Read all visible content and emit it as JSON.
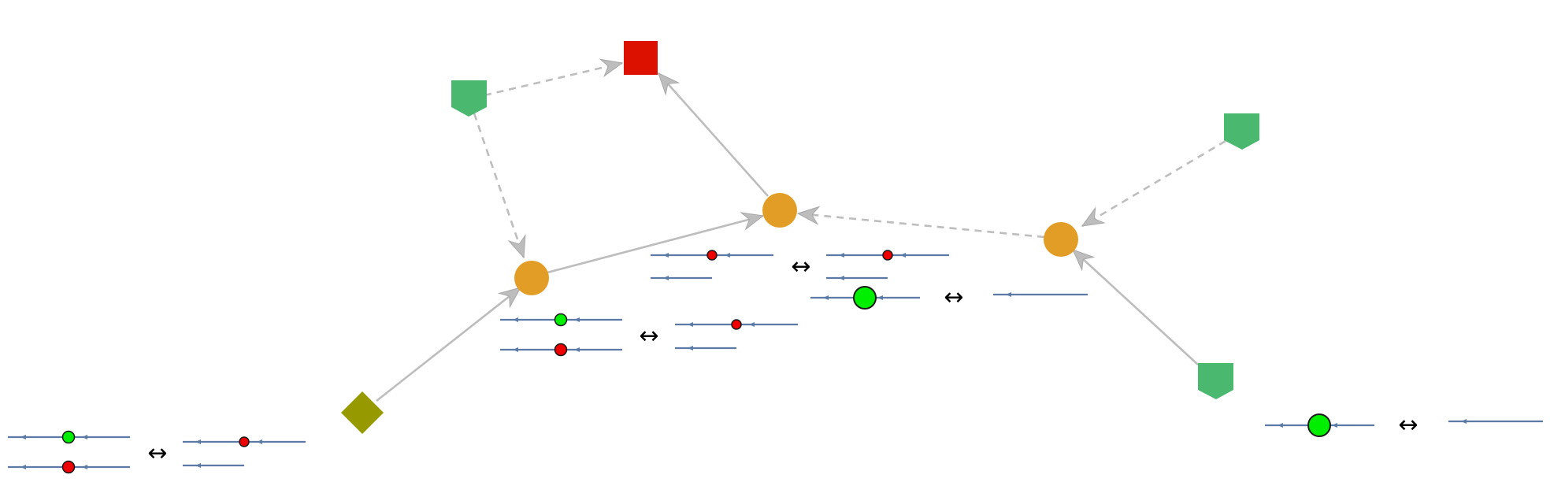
{
  "colors": {
    "reaction_node": "#e29d26",
    "source_node": "#4bb86f",
    "target_node": "#dc1100",
    "start_node": "#969a00",
    "edge": "#bdbdbd",
    "strand": "#5b7aa6",
    "marker_green": "#00ee00",
    "marker_red": "#ee0000"
  },
  "nodes": [
    {
      "id": "start",
      "shape": "diamond",
      "color_key": "start_node"
    },
    {
      "id": "rxn-1",
      "shape": "circle",
      "color_key": "reaction_node"
    },
    {
      "id": "rxn-2",
      "shape": "circle",
      "color_key": "reaction_node"
    },
    {
      "id": "rxn-3",
      "shape": "circle",
      "color_key": "reaction_node"
    },
    {
      "id": "src-1",
      "shape": "pentagon",
      "color_key": "source_node"
    },
    {
      "id": "src-2",
      "shape": "pentagon",
      "color_key": "source_node"
    },
    {
      "id": "src-3",
      "shape": "pentagon",
      "color_key": "source_node"
    },
    {
      "id": "target",
      "shape": "square",
      "color_key": "target_node"
    }
  ],
  "edges": [
    {
      "from": "start",
      "to": "rxn-1",
      "style": "solid"
    },
    {
      "from": "rxn-1",
      "to": "rxn-2",
      "style": "solid"
    },
    {
      "from": "rxn-2",
      "to": "target",
      "style": "solid"
    },
    {
      "from": "src-1",
      "to": "target",
      "style": "dashed"
    },
    {
      "from": "src-1",
      "to": "rxn-1",
      "style": "dashed"
    },
    {
      "from": "rxn-3",
      "to": "rxn-2",
      "style": "dashed"
    },
    {
      "from": "src-2",
      "to": "rxn-3",
      "style": "dashed"
    },
    {
      "from": "src-3",
      "to": "rxn-3",
      "style": "solid"
    }
  ],
  "reaction_rules": [
    {
      "id": "rule-a",
      "symbol": "↔"
    },
    {
      "id": "rule-b",
      "symbol": "↔"
    },
    {
      "id": "rule-c",
      "symbol": "↔"
    },
    {
      "id": "rule-d",
      "symbol": "↔"
    },
    {
      "id": "rule-e",
      "symbol": "↔"
    }
  ]
}
